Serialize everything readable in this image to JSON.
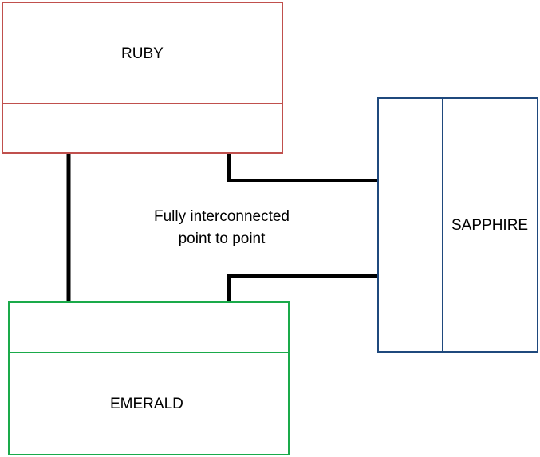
{
  "nodes": {
    "ruby": {
      "label": "RUBY",
      "color": "#c0504d"
    },
    "emerald": {
      "label": "EMERALD",
      "color": "#1aaa4a"
    },
    "sapphire": {
      "label": "SAPPHIRE",
      "color": "#1f497d"
    }
  },
  "caption": {
    "line1": "Fully interconnected",
    "line2": "point to point"
  },
  "connector_color": "#000000"
}
